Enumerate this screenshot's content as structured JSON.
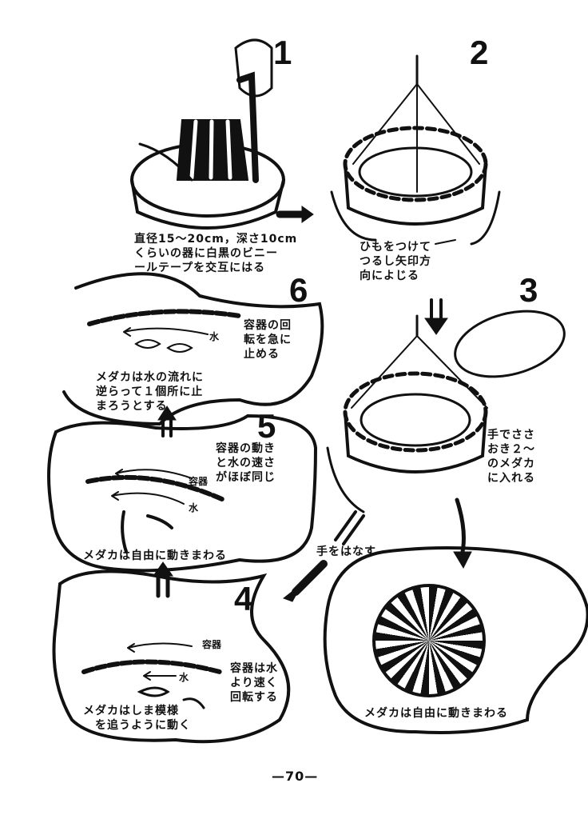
{
  "steps": [
    {
      "number": "1",
      "text": "直径15～20cm，深さ10cm\nくらいの器に白黒のビニー\nールテープを交互にはる"
    },
    {
      "number": "2",
      "text": "ひもをつけて\nつるし矢印方\n向によじる"
    },
    {
      "number": "3",
      "text": "手でささ\nおき２～\nのメダカ\nに入れる",
      "release_label": "手をはなす",
      "caption": "メダカは自由に動きまわる"
    },
    {
      "number": "4",
      "container_label": "容器",
      "water_label": "水",
      "text": "容器は水\nより速く\n回転する",
      "caption": "メダカはしま模様\n　を追うように動く"
    },
    {
      "number": "5",
      "container_label": "容器",
      "water_label": "水",
      "text": "容器の動き\nと水の速さ\nがほぼ同じ",
      "caption": "メダカは自由に動きまわる"
    },
    {
      "number": "6",
      "water_label": "水",
      "text": "容器の回\n転を急に\n止める",
      "caption": "メダカは水の流れに\n逆らって１個所に止\nまろうとする"
    }
  ],
  "page_number": "—70—"
}
